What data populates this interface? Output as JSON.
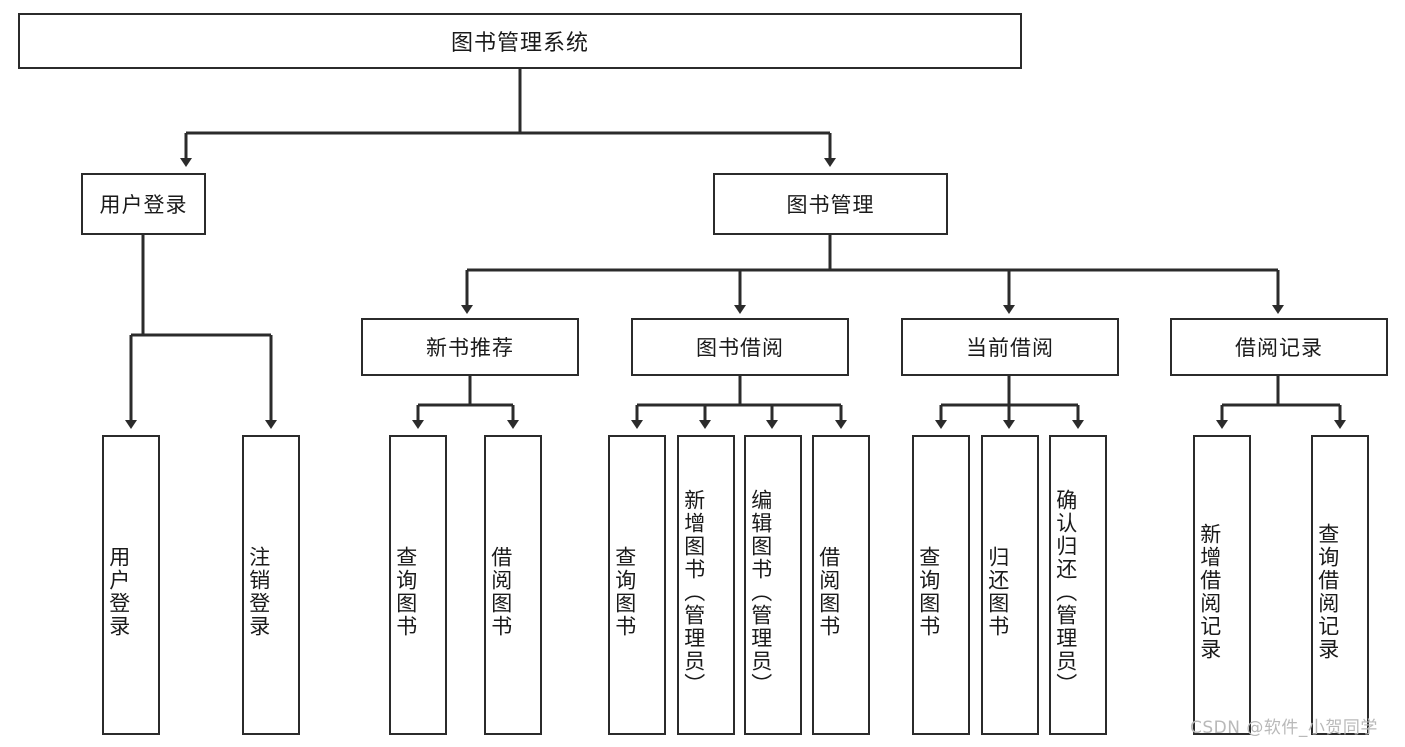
{
  "diagram": {
    "title": "图书管理系统",
    "type": "hierarchy-tree",
    "orientation": "top-down",
    "colors": {
      "box_border": "#2b2b2b",
      "box_fill": "#ffffff",
      "connector": "#2b2b2b",
      "text": "#1a1a1a",
      "watermark": "#b9b9b9",
      "background": "#ffffff"
    },
    "root": {
      "label": "图书管理系统"
    },
    "level2": [
      {
        "label": "用户登录"
      },
      {
        "label": "图书管理"
      }
    ],
    "level3": [
      {
        "label": "新书推荐"
      },
      {
        "label": "图书借阅"
      },
      {
        "label": "当前借阅"
      },
      {
        "label": "借阅记录"
      }
    ],
    "leaves": {
      "user_login": [
        {
          "label": "用户登录"
        },
        {
          "label": "注销登录"
        }
      ],
      "new_book_recommend": [
        {
          "label": "查询图书"
        },
        {
          "label": "借阅图书"
        }
      ],
      "book_borrow": [
        {
          "label": "查询图书"
        },
        {
          "label": "新增图书（管理员）"
        },
        {
          "label": "编辑图书（管理员）"
        },
        {
          "label": "借阅图书"
        }
      ],
      "current_borrow": [
        {
          "label": "查询图书"
        },
        {
          "label": "归还图书"
        },
        {
          "label": "确认归还（管理员）"
        }
      ],
      "borrow_record": [
        {
          "label": "新增借阅记录"
        },
        {
          "label": "查询借阅记录"
        }
      ]
    },
    "watermark": "CSDN @软件_小贺同学"
  }
}
